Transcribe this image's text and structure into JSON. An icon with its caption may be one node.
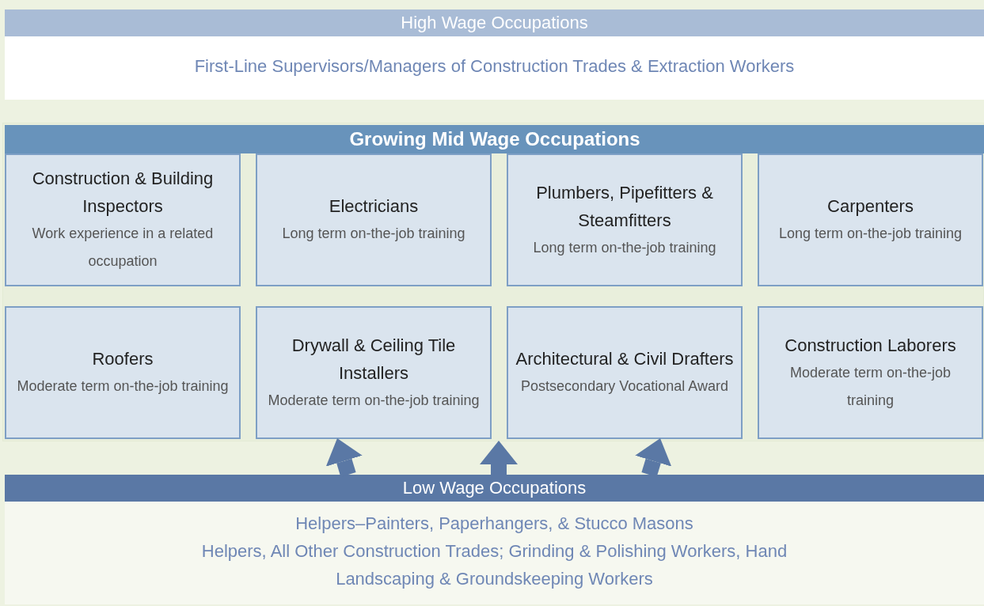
{
  "diagram": {
    "nodes": [
      {
        "text": [
          "High Wage Occupations",
          "First-Line Supervisors/Managers of Construction Trades & Extraction Workers"
        ]
      },
      {
        "text": [
          "Growing Mid Wage Occupations"
        ]
      },
      {
        "text": [
          "Construction & Building Inspectors",
          "Work experience in a related occupation"
        ],
        "in": 1
      },
      {
        "text": [
          "Electricians",
          "Long term on-the-job training"
        ],
        "in": 1
      },
      {
        "text": [
          "Plumbers, Pipefitters & Steamfitters",
          "Long term on-the-job training"
        ],
        "in": 1
      },
      {
        "text": [
          "Carpenters",
          "Long term on-the-job training"
        ],
        "in": 1
      },
      {
        "text": [
          "Roofers",
          "Moderate term on-the-job training"
        ],
        "in": 1
      },
      {
        "text": [
          "Drywall & Ceiling Tile Installers",
          "Moderate term on-the-job training"
        ],
        "in": 1
      },
      {
        "text": [
          "Architectural & Civil Drafters",
          "Postsecondary Vocational Award"
        ],
        "in": 1
      },
      {
        "text": [
          "Construction Laborers",
          "Moderate term on-the-job training"
        ],
        "in": 1
      },
      {
        "text": [
          "Low Wage Occupations",
          "Helpers–Painters, Paperhangers, & Stucco Masons",
          "Helpers, All Other Construction Trades; Grinding & Polishing Workers, Hand",
          "Landscaping & Groundskeeping Workers"
        ]
      }
    ],
    "edges": [
      {
        "from": 10,
        "to": 7,
        "arrow": "to"
      },
      {
        "from": 10,
        "to": 1,
        "arrow": "to"
      },
      {
        "from": 10,
        "to": 8,
        "arrow": "to"
      }
    ]
  }
}
